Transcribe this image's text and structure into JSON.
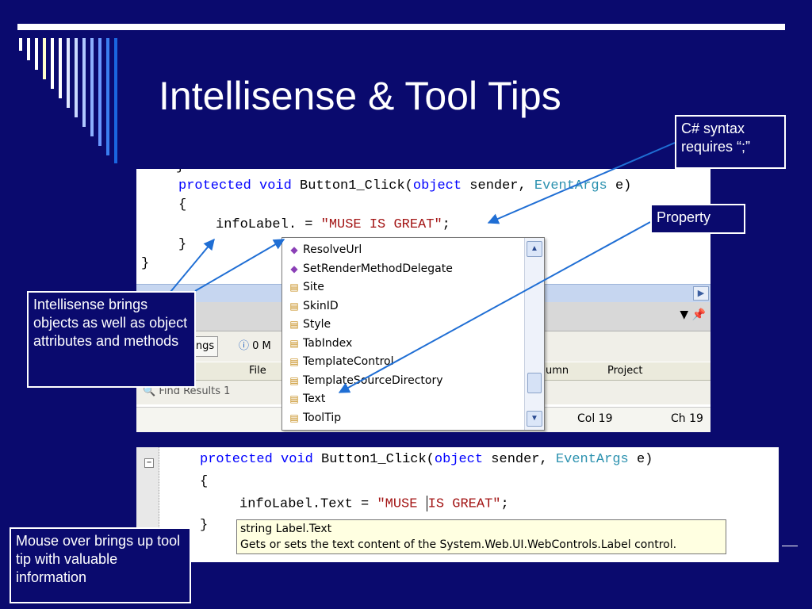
{
  "slide": {
    "title": "Intellisense & Tool Tips",
    "colors": {
      "background": "#0a0a6e",
      "text": "#ffffff",
      "callout_border": "#ffffff",
      "arrow": "#1f6ed4"
    }
  },
  "screenshot1": {
    "code_line0": "}",
    "code_line1_kw1": "protected",
    "code_line1_kw2": "void",
    "code_line1_name": "Button1_Click(",
    "code_line1_kw3": "object",
    "code_line1_sender": "sender,",
    "code_line1_type": "EventArgs",
    "code_line1_end": "e)",
    "code_line2": "{",
    "code_line3_obj": "infoLabel. = ",
    "code_line3_str": "\"MUSE IS GREAT\"",
    "code_line3_end": ";",
    "code_line4": "}",
    "code_line5": "}",
    "toolbar_warnings": "nings",
    "toolbar_messages": "0 M",
    "column_file": "File",
    "column_column": "umn",
    "column_project": "Project",
    "find_results": "Find Results 1",
    "status_col": "Col 19",
    "status_ch": "Ch 19",
    "intellisense_items": [
      {
        "label": "ResolveUrl",
        "icon": "method-icon"
      },
      {
        "label": "SetRenderMethodDelegate",
        "icon": "method-icon"
      },
      {
        "label": "Site",
        "icon": "property-icon"
      },
      {
        "label": "SkinID",
        "icon": "property-icon"
      },
      {
        "label": "Style",
        "icon": "property-icon"
      },
      {
        "label": "TabIndex",
        "icon": "property-icon"
      },
      {
        "label": "TemplateControl",
        "icon": "property-icon"
      },
      {
        "label": "TemplateSourceDirectory",
        "icon": "property-icon"
      },
      {
        "label": "Text",
        "icon": "property-icon"
      },
      {
        "label": "ToolTip",
        "icon": "property-icon"
      }
    ]
  },
  "screenshot2": {
    "line1_kw1": "protected",
    "line1_kw2": "void",
    "line1_name": "Button1_Click(",
    "line1_kw3": "object",
    "line1_sender": "sender,",
    "line1_type": "EventArgs",
    "line1_end": "e)",
    "line2": "{",
    "line3_obj": "infoLabel.Text = ",
    "line3_str_a": "\"MUSE ",
    "line3_str_b": "IS GREAT\"",
    "line3_end": ";",
    "line4": "}",
    "tooltip_line1": "string Label.Text",
    "tooltip_line2": "Gets or sets the text content of the System.Web.UI.WebControls.Label control."
  },
  "callouts": {
    "csharp": "C# syntax requires “;”",
    "property": "Property",
    "intellisense": "Intellisense brings objects as well as object attributes and methods",
    "mouseover": "Mouse over brings up tool tip with valuable information"
  }
}
